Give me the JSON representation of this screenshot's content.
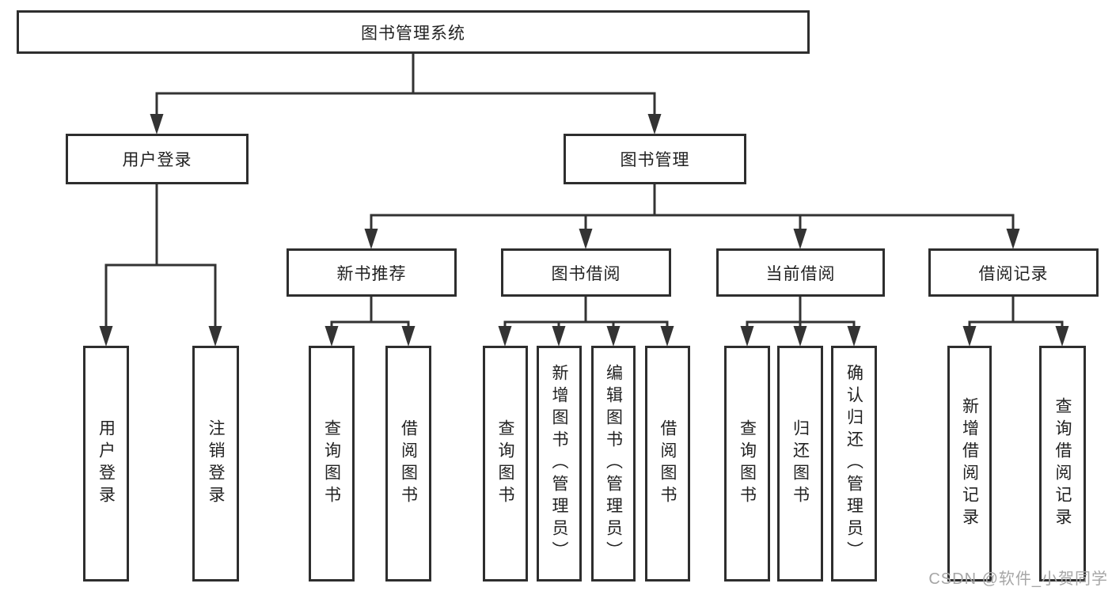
{
  "diagram": {
    "type": "hierarchy-diagram",
    "colors": {
      "line": "#333333",
      "box_border": "#2e2e2e",
      "text": "#222222",
      "watermark": "#a6a6a6",
      "background": "#ffffff"
    },
    "tree": {
      "label": "图书管理系统",
      "children": [
        {
          "label": "用户登录",
          "children": [
            {
              "label": "用户登录"
            },
            {
              "label": "注销登录"
            }
          ]
        },
        {
          "label": "图书管理",
          "children": [
            {
              "label": "新书推荐",
              "children": [
                {
                  "label": "查询图书"
                },
                {
                  "label": "借阅图书"
                }
              ]
            },
            {
              "label": "图书借阅",
              "children": [
                {
                  "label": "查询图书"
                },
                {
                  "label": "新增图书（管理员）"
                },
                {
                  "label": "编辑图书（管理员）"
                },
                {
                  "label": "借阅图书"
                }
              ]
            },
            {
              "label": "当前借阅",
              "children": [
                {
                  "label": "查询图书"
                },
                {
                  "label": "归还图书"
                },
                {
                  "label": "确认归还（管理员）"
                }
              ]
            },
            {
              "label": "借阅记录",
              "children": [
                {
                  "label": "新增借阅记录"
                },
                {
                  "label": "查询借阅记录"
                }
              ]
            }
          ]
        }
      ]
    },
    "watermark": {
      "text": "CSDN @软件_小贺同学"
    }
  }
}
